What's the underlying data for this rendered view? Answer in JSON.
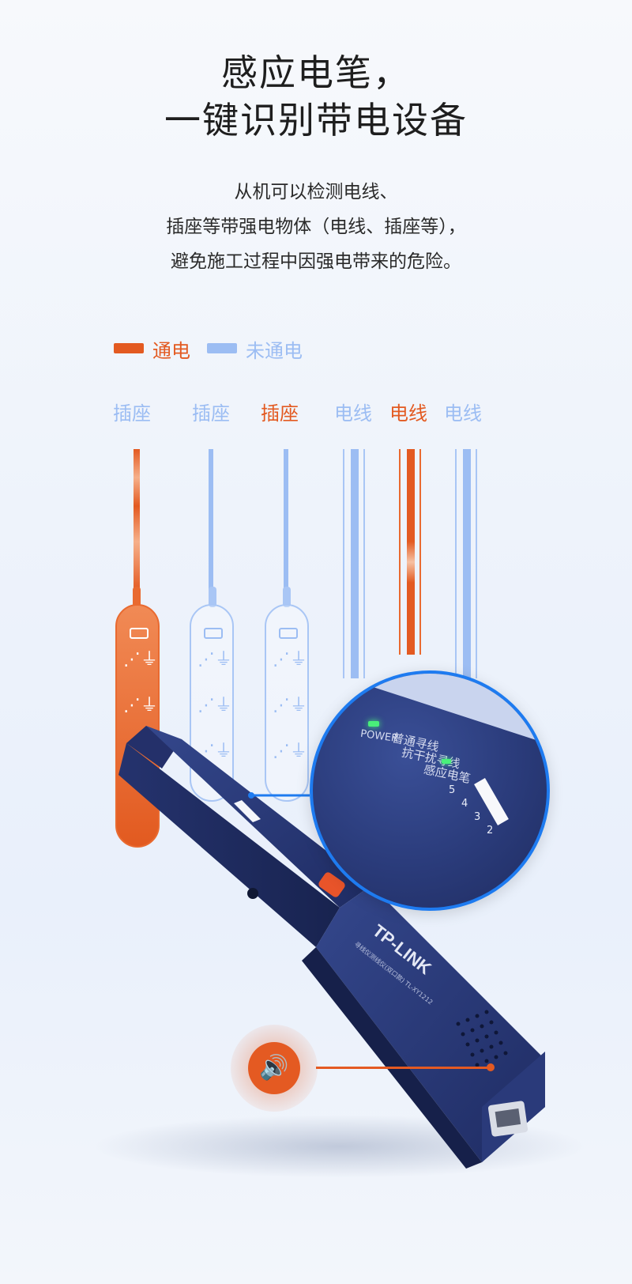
{
  "heading": {
    "line1": "感应电笔，",
    "line2": "一键识别带电设备"
  },
  "description": {
    "line1": "从机可以检测电线、",
    "line2": "插座等带强电物体（电线、插座等），",
    "line3": "避免施工过程中因强电带来的危险。"
  },
  "legend": {
    "powered": "通电",
    "unpowered": "未通电",
    "powered_color": "#e35a21",
    "unpowered_color": "#9cbdf3"
  },
  "columns": [
    {
      "label": "插座",
      "state": "powered"
    },
    {
      "label": "插座",
      "state": "unpowered"
    },
    {
      "label": "插座",
      "state": "powered"
    },
    {
      "label": "电线",
      "state": "unpowered"
    },
    {
      "label": "电线",
      "state": "powered"
    },
    {
      "label": "电线",
      "state": "unpowered"
    }
  ],
  "device": {
    "brand": "TP-LINK",
    "power_label": "POWER",
    "mode_labels": [
      "普通寻线",
      "抗干扰寻线",
      "感应电笔"
    ],
    "scale_marks": [
      "5",
      "4",
      "3",
      "2"
    ],
    "model_text": "寻线仪测线仪(双口款) TL-XY1212",
    "speaker_icon": "speaker-icon",
    "port_icon": "rj45-port-icon"
  }
}
